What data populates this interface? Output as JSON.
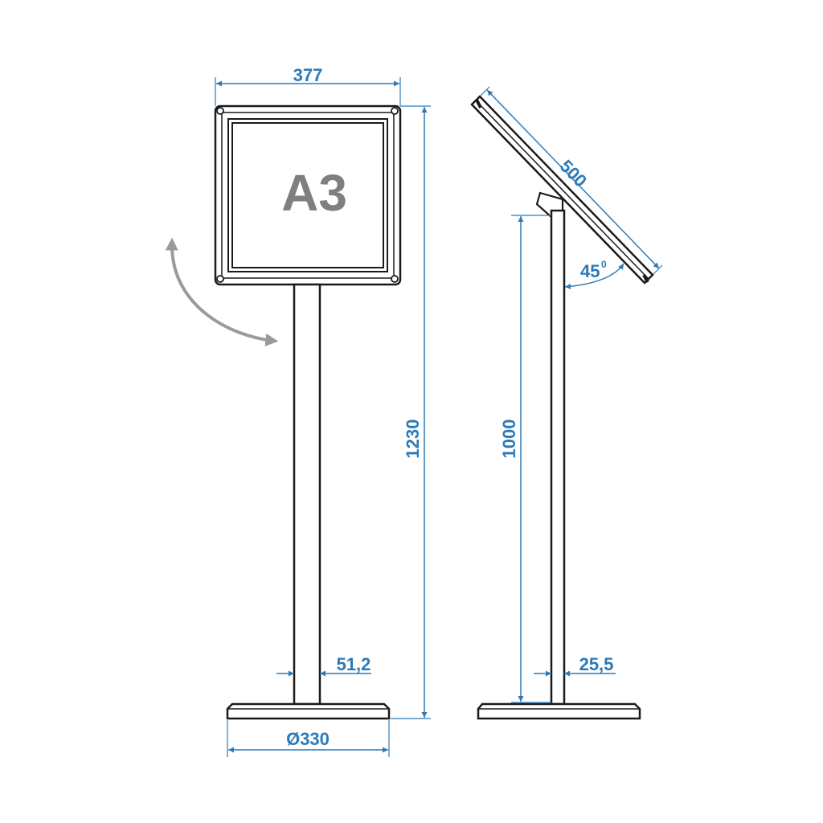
{
  "colors": {
    "dimension": "#2d7ab8",
    "outline": "#1a1a1a",
    "arrow": "#9a9a9a",
    "label": "#7f7f7f"
  },
  "front_view": {
    "format_label": "A3",
    "frame_width": "377",
    "total_height": "1230",
    "pole_diameter": "51,2",
    "base_diameter": "Ø330"
  },
  "side_view": {
    "frame_length": "500",
    "tilt_angle": "45",
    "degree_mark": "0",
    "pole_height": "1000",
    "pole_thickness": "25,5"
  },
  "icons": {
    "rotation": "curved-rotation-arrow-icon"
  }
}
